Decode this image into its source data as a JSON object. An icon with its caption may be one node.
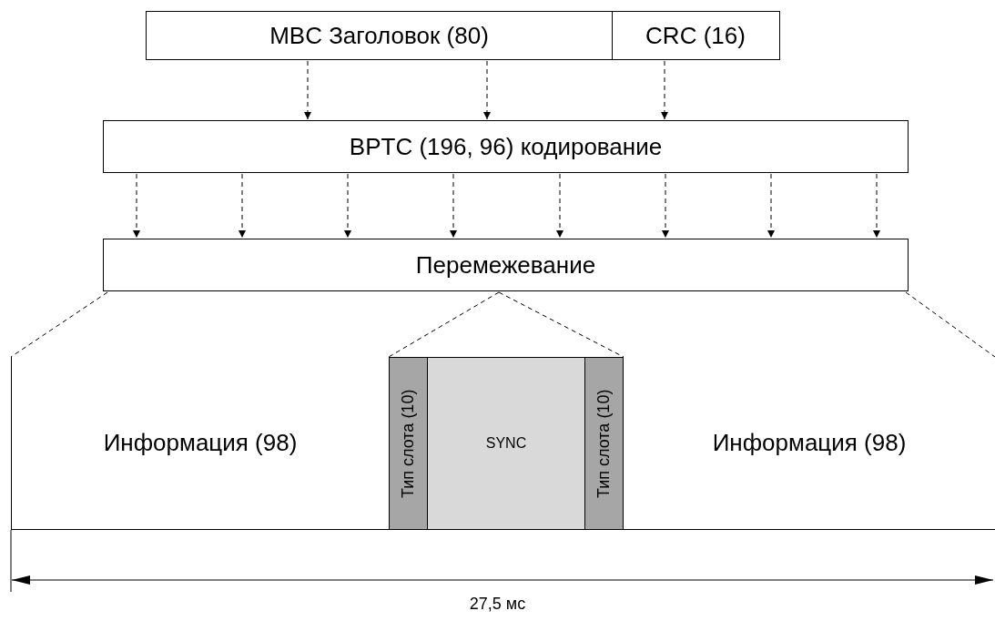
{
  "diagram": {
    "nodes": [
      {
        "text": [
          "MBC Заголовок (80)"
        ]
      },
      {
        "text": [
          "CRC (16)"
        ]
      },
      {
        "text": [
          "BPTC (196, 96) кодирование"
        ]
      },
      {
        "text": [
          "Перемежевание"
        ]
      },
      {
        "text": [
          "Информация (98)"
        ]
      },
      {
        "text": [
          "Тип слота (10)"
        ]
      },
      {
        "text": [
          "SYNC"
        ]
      },
      {
        "text": [
          "Тип слота (10)"
        ]
      },
      {
        "text": [
          "Информация (98)"
        ]
      }
    ],
    "edges": [
      {
        "from": 0,
        "to": 2,
        "arrow": "to",
        "style": "dashed"
      },
      {
        "from": 0,
        "to": 2,
        "arrow": "to",
        "style": "dashed"
      },
      {
        "from": 1,
        "to": 2,
        "arrow": "to",
        "style": "dashed"
      },
      {
        "from": 2,
        "to": 3,
        "arrow": "to",
        "style": "dashed"
      },
      {
        "from": 2,
        "to": 3,
        "arrow": "to",
        "style": "dashed"
      },
      {
        "from": 2,
        "to": 3,
        "arrow": "to",
        "style": "dashed"
      },
      {
        "from": 2,
        "to": 3,
        "arrow": "to",
        "style": "dashed"
      },
      {
        "from": 2,
        "to": 3,
        "arrow": "to",
        "style": "dashed"
      },
      {
        "from": 2,
        "to": 3,
        "arrow": "to",
        "style": "dashed"
      },
      {
        "from": 2,
        "to": 3,
        "arrow": "to",
        "style": "dashed"
      },
      {
        "from": 2,
        "to": 3,
        "arrow": "to",
        "style": "dashed"
      },
      {
        "from": 3,
        "to": 4,
        "arrow": "none",
        "style": "dashed"
      },
      {
        "from": 3,
        "to": 5,
        "arrow": "none",
        "style": "dashed"
      },
      {
        "from": 3,
        "to": 7,
        "arrow": "none",
        "style": "dashed"
      },
      {
        "from": 3,
        "to": 8,
        "arrow": "none",
        "style": "dashed"
      }
    ],
    "labels": [
      "27,5 мс"
    ]
  }
}
